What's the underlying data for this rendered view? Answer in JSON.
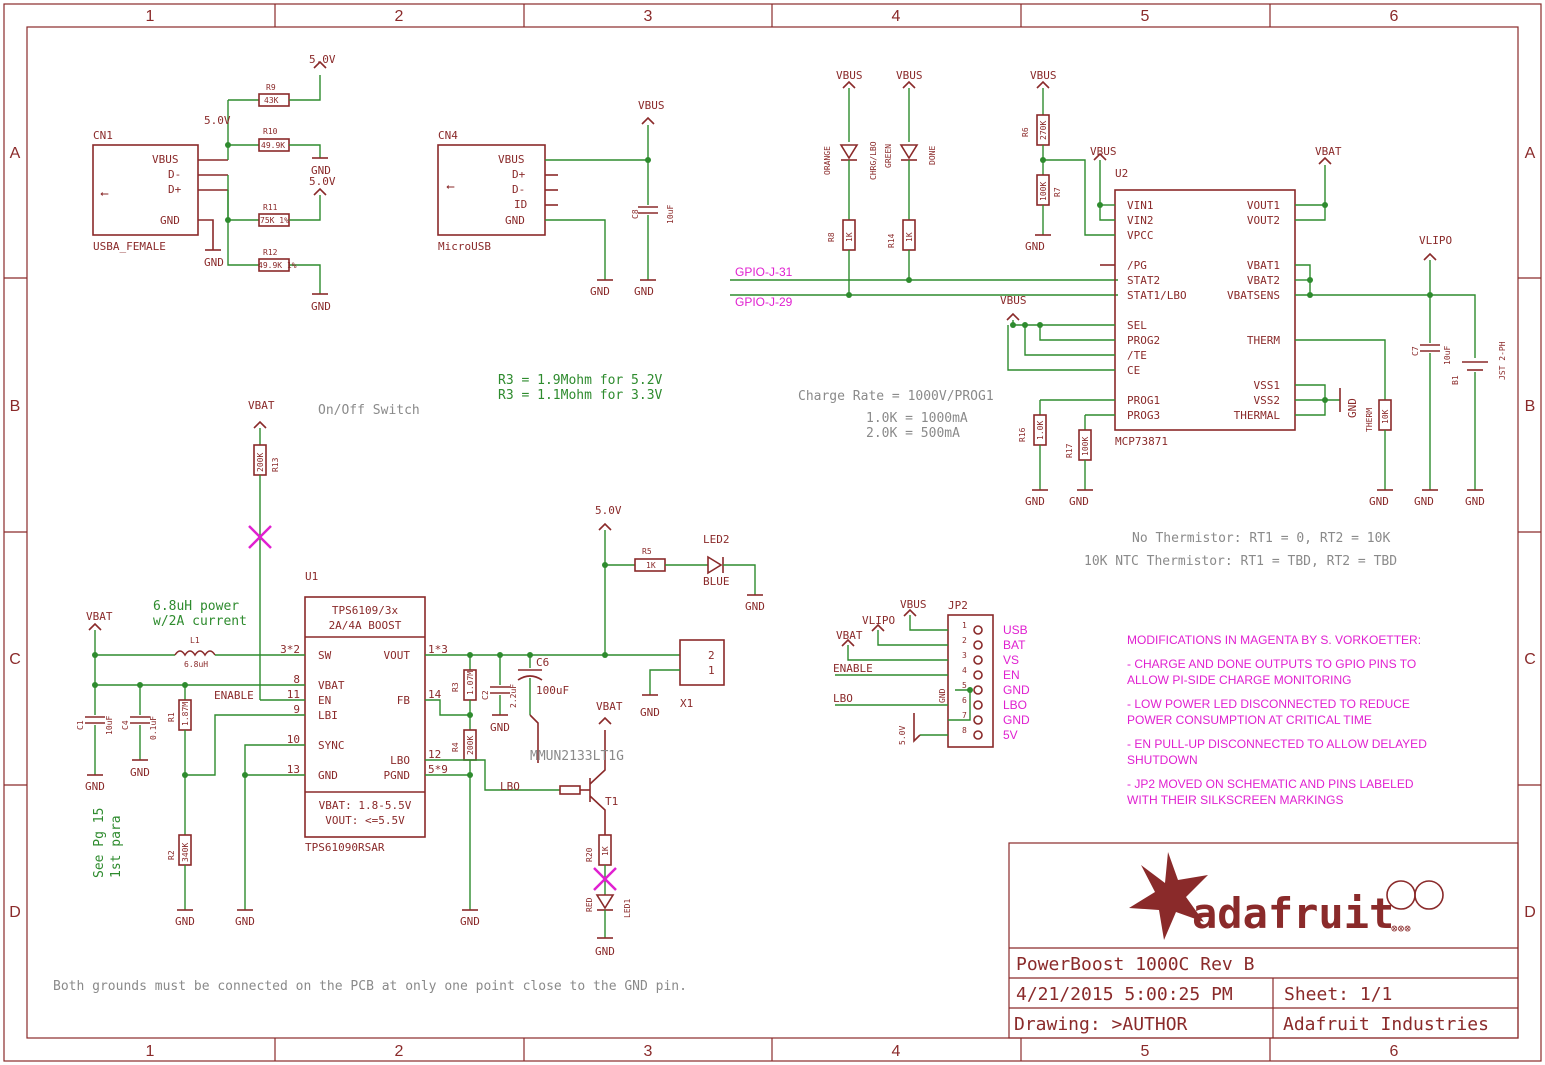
{
  "zones": {
    "columns": [
      "1",
      "2",
      "3",
      "4",
      "5",
      "6"
    ],
    "rows": [
      "A",
      "B",
      "C",
      "D"
    ]
  },
  "title_block": {
    "title": "PowerBoost 1000C Rev B",
    "date": "4/21/2015 5:00:25 PM",
    "sheet": "Sheet: 1/1",
    "drawing": "Drawing: >AUTHOR",
    "company": "Adafruit Industries",
    "logo_text": "adafruit"
  },
  "components": {
    "cn1": {
      "ref": "CN1",
      "name": "USBA_FEMALE",
      "pins": [
        "VBUS",
        "D-",
        "D+",
        "GND"
      ]
    },
    "cn4": {
      "ref": "CN4",
      "name": "MicroUSB",
      "pins": [
        "VBUS",
        "D+",
        "D-",
        "ID",
        "GND"
      ]
    },
    "u2": {
      "ref": "U2",
      "name": "MCP73871",
      "pins_left": [
        "VIN1",
        "VIN2",
        "VPCC",
        "/PG",
        "STAT2",
        "STAT1/LBO",
        "SEL",
        "PROG2",
        "/TE",
        "CE",
        "PROG1",
        "PROG3"
      ],
      "pins_right": [
        "VOUT1",
        "VOUT2",
        "VBAT1",
        "VBAT2",
        "VBATSENS",
        "THERM",
        "VSS1",
        "VSS2",
        "THERMAL"
      ]
    },
    "u1": {
      "ref": "U1",
      "name": "TPS61090RSAR",
      "title1": "TPS6109/3x",
      "title2": "2A/4A BOOST",
      "pins_left": [
        "SW",
        "VBAT",
        "EN",
        "LBI",
        "SYNC",
        "GND"
      ],
      "pins_left_num": [
        "3*2",
        "8",
        "11",
        "9",
        "10",
        "13"
      ],
      "pins_right": [
        "VOUT",
        "FB",
        "LBO",
        "PGND"
      ],
      "pins_right_num": [
        "1*3",
        "14",
        "12",
        "5*9"
      ],
      "spec1": "VBAT: 1.8-5.5V",
      "spec2": "VOUT: <=5.5V"
    },
    "jp2": {
      "ref": "JP2",
      "pins": [
        "1",
        "2",
        "3",
        "4",
        "5",
        "6",
        "7",
        "8"
      ],
      "labels": [
        "USB",
        "BAT",
        "VS",
        "EN",
        "GND",
        "LBO",
        "GND",
        "5V"
      ],
      "nets": [
        "VBUS",
        "VLIPO",
        "VBAT",
        "ENABLE",
        "GND",
        "LBO",
        "GND",
        "5.0V"
      ]
    },
    "resistors": [
      {
        "ref": "R9",
        "value": "43K"
      },
      {
        "ref": "R10",
        "value": "49.9K"
      },
      {
        "ref": "R11",
        "value": "75K 1%"
      },
      {
        "ref": "R12",
        "value": "49.9K 1%"
      },
      {
        "ref": "R6",
        "value": "270K"
      },
      {
        "ref": "R7",
        "value": "100K"
      },
      {
        "ref": "R8",
        "value": "1K"
      },
      {
        "ref": "R14",
        "value": "1K"
      },
      {
        "ref": "R16",
        "value": "1.0K"
      },
      {
        "ref": "R17",
        "value": "100K"
      },
      {
        "ref": "R13",
        "value": "200K"
      },
      {
        "ref": "R5",
        "value": "1K"
      },
      {
        "ref": "R1",
        "value": "1.87M"
      },
      {
        "ref": "R2",
        "value": "340K"
      },
      {
        "ref": "R3",
        "value": "1.07M"
      },
      {
        "ref": "R4",
        "value": "200K"
      },
      {
        "ref": "R20",
        "value": "1K"
      },
      {
        "ref": "THERM",
        "value": "10K"
      }
    ],
    "capacitors": [
      {
        "ref": "C8",
        "value": "10uF"
      },
      {
        "ref": "C7",
        "value": "10uF"
      },
      {
        "ref": "C1",
        "value": "10uF"
      },
      {
        "ref": "C4",
        "value": "0.1uF"
      },
      {
        "ref": "C2",
        "value": "2.2uF"
      },
      {
        "ref": "C6",
        "value": "100uF"
      }
    ],
    "leds": [
      {
        "ref": "CHRG/LBO",
        "color": "ORANGE"
      },
      {
        "ref": "DONE",
        "color": "GREEN"
      },
      {
        "ref": "LED2",
        "color": "BLUE"
      },
      {
        "ref": "LED1",
        "color": "RED"
      }
    ],
    "inductor": {
      "ref": "L1",
      "value": "6.8uH"
    },
    "transistor": {
      "ref": "T1",
      "part": "MMUN2133LT1G"
    },
    "battery": {
      "ref": "B1",
      "name": "JST 2-PH"
    },
    "switch": {
      "ref": "X1",
      "pins": [
        "2",
        "1"
      ]
    }
  },
  "net_labels": {
    "vbus": "VBUS",
    "vbat": "VBAT",
    "vlipo": "VLIPO",
    "v5": "5.0V",
    "gnd": "GND",
    "gpio31": "GPIO-J-31",
    "gpio29": "GPIO-J-29",
    "enable": "ENABLE",
    "lbo": "LBO"
  },
  "notes": {
    "r3_line1": "R3 = 1.9Mohm for 5.2V",
    "r3_line2": "R3 = 1.1Mohm for 3.3V",
    "onoff": "On/Off Switch",
    "charge_rate": "Charge Rate = 1000V/PROG1",
    "rate1": "1.0K = 1000mA",
    "rate2": "2.0K = 500mA",
    "therm1": "No Thermistor: RT1 = 0, RT2 = 10K",
    "therm2": "10K NTC Thermistor: RT1 = TBD, RT2 = TBD",
    "inductor_note1": "6.8uH power",
    "inductor_note2": "w/2A current",
    "see_pg1": "See Pg 15",
    "see_pg2": "1st para",
    "grounds": "Both grounds must be connected on the PCB at only one point close to the GND pin."
  },
  "modifications": {
    "header": "MODIFICATIONS IN MAGENTA BY S. VORKOETTER:",
    "items": [
      [
        "- CHARGE AND DONE OUTPUTS TO GPIO PINS TO",
        "  ALLOW PI-SIDE CHARGE MONITORING"
      ],
      [
        "- LOW POWER LED DISCONNECTED TO REDUCE",
        "  POWER CONSUMPTION AT CRITICAL TIME"
      ],
      [
        "- EN PULL-UP DISCONNECTED TO ALLOW DELAYED",
        "  SHUTDOWN"
      ],
      [
        "- JP2 MOVED ON SCHEMATIC AND PINS LABELED",
        "  WITH THEIR SILKSCREEN MARKINGS"
      ]
    ]
  },
  "colors": {
    "symbol": "#8a2a2a",
    "wire": "#2e8b2e",
    "modification": "#e020d0",
    "note": "#8a8a8a"
  }
}
